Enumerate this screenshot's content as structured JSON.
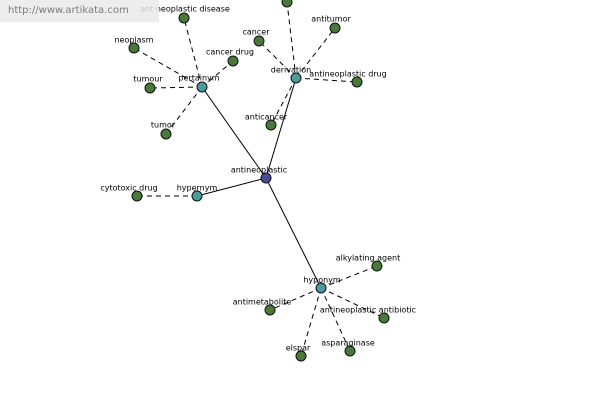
{
  "watermark": {
    "url": "http://www.artikata.com"
  },
  "graph": {
    "center": "antineoplastic",
    "relations": [
      {
        "id": "pertainym",
        "label": "pertainym"
      },
      {
        "id": "derivation",
        "label": "derivation"
      },
      {
        "id": "hypernym",
        "label": "hypernym"
      },
      {
        "id": "hyponym",
        "label": "hyponym"
      }
    ],
    "leaves": [
      {
        "id": "ant-neoplastic-disease",
        "label": "ant neoplastic disease",
        "relation": "pertainym"
      },
      {
        "id": "neoplasm",
        "label": "neoplasm",
        "relation": "pertainym"
      },
      {
        "id": "tumour",
        "label": "tumour",
        "relation": "pertainym"
      },
      {
        "id": "tumor",
        "label": "tumor",
        "relation": "pertainym"
      },
      {
        "id": "cancer-drug",
        "label": "cancer drug",
        "relation": "pertainym"
      },
      {
        "id": "cancer",
        "label": "cancer",
        "relation": "derivation"
      },
      {
        "id": "antitumor",
        "label": "antitumor",
        "relation": "derivation"
      },
      {
        "id": "antineoplastic-drug",
        "label": "antineoplastic drug",
        "relation": "derivation"
      },
      {
        "id": "anticancer",
        "label": "anticancer",
        "relation": "derivation"
      },
      {
        "id": "derivation-top",
        "label": "",
        "relation": "derivation"
      },
      {
        "id": "cytotoxic-drug",
        "label": "cytotoxic drug",
        "relation": "hypernym"
      },
      {
        "id": "alkylating-agent",
        "label": "alkylating agent",
        "relation": "hyponym"
      },
      {
        "id": "antimetabolite",
        "label": "antimetabolite",
        "relation": "hyponym"
      },
      {
        "id": "antineoplastic-antibiotic",
        "label": "antineoplastic antibiotic",
        "relation": "hyponym"
      },
      {
        "id": "asparaginase",
        "label": "asparaginase",
        "relation": "hyponym"
      },
      {
        "id": "elspar",
        "label": "elspar",
        "relation": "hyponym"
      }
    ]
  }
}
